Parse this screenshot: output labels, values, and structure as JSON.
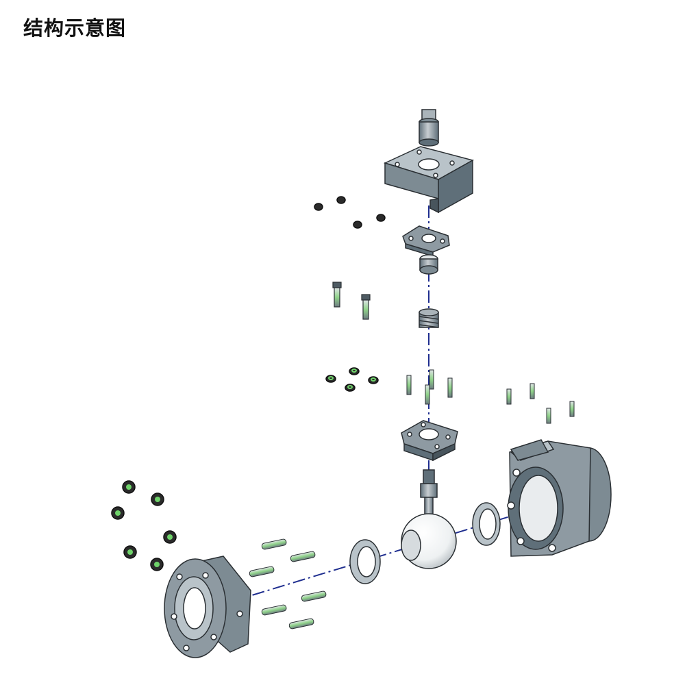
{
  "title": "结构示意图",
  "colors": {
    "metal_dark": "#5f6f79",
    "metal_mid": "#8e9aa2",
    "metal_light": "#c7cdd1",
    "outline": "#2a2f33",
    "accent_green": "#6fd36a",
    "axis_line": "#1f2e8f",
    "ball_fill": "#ffffff"
  },
  "parts": [
    {
      "id": "stem-key",
      "icon": "stem-key-icon"
    },
    {
      "id": "mounting-bracket",
      "icon": "bracket-icon"
    },
    {
      "id": "bracket-nuts",
      "icon": "nut-icon"
    },
    {
      "id": "gland-plate",
      "icon": "gland-plate-icon"
    },
    {
      "id": "stem-bushing",
      "icon": "bushing-icon"
    },
    {
      "id": "bracket-bolts",
      "icon": "bolt-icon"
    },
    {
      "id": "packing-spring",
      "icon": "spring-icon"
    },
    {
      "id": "flange-nuts-mid",
      "icon": "nut-icon"
    },
    {
      "id": "stem-studs",
      "icon": "stud-icon"
    },
    {
      "id": "body-studs",
      "icon": "stud-icon"
    },
    {
      "id": "top-flange",
      "icon": "top-flange-icon"
    },
    {
      "id": "valve-stem",
      "icon": "stem-icon"
    },
    {
      "id": "ball",
      "icon": "ball-icon"
    },
    {
      "id": "seat-ring-right",
      "icon": "seat-ring-icon"
    },
    {
      "id": "valve-body",
      "icon": "valve-body-icon"
    },
    {
      "id": "seat-ring-left",
      "icon": "seat-ring-icon"
    },
    {
      "id": "end-cap",
      "icon": "end-cap-icon"
    },
    {
      "id": "end-nuts",
      "icon": "nut-icon"
    },
    {
      "id": "end-studs",
      "icon": "stud-icon"
    }
  ]
}
